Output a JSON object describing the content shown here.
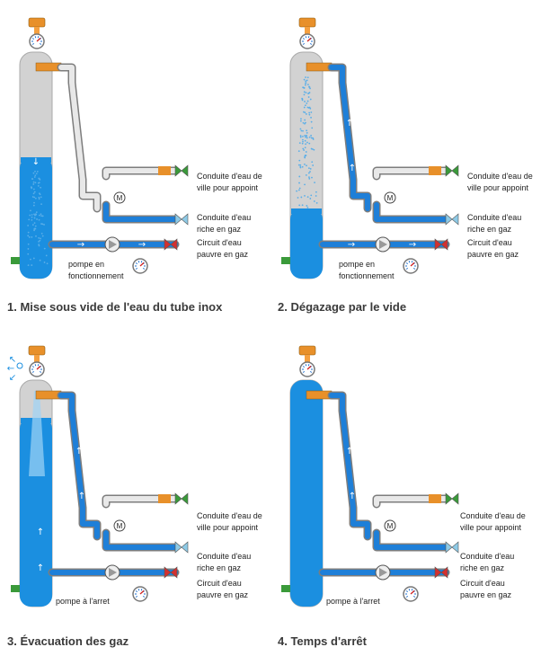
{
  "colors": {
    "water": "#1b8fe0",
    "tank_empty": "#d2d2d2",
    "pipe_white": "#e8e8e8",
    "pipe_blue": "#1e7fd8",
    "valve_green": "#3a9a3a",
    "valve_lightblue": "#8ecae6",
    "valve_red": "#d23030",
    "fitting_brass": "#e8902a",
    "fitting_orange": "#f5a040"
  },
  "labels": {
    "city_water": [
      "Conduite d'eau de",
      "ville pour appoint"
    ],
    "gas_rich": [
      "Conduite d'eau",
      "riche en gaz"
    ],
    "gas_poor": [
      "Circuit d'eau",
      "pauvre en gaz"
    ],
    "pump_running": [
      "pompe en",
      "fonctionnement"
    ],
    "pump_stopped": [
      "pompe à l'arret"
    ],
    "motor": "M"
  },
  "panels": [
    {
      "caption": "1. Mise sous vide de l'eau du tube inox",
      "pump": "pump_running",
      "state": "vacuum"
    },
    {
      "caption": "2. Dégazage par le vide",
      "pump": "pump_running",
      "state": "degas"
    },
    {
      "caption": "3. Évacuation des gaz",
      "pump": "pump_stopped",
      "state": "evacuation"
    },
    {
      "caption": "4. Temps d'arrêt",
      "pump": "pump_stopped",
      "state": "idle"
    }
  ]
}
